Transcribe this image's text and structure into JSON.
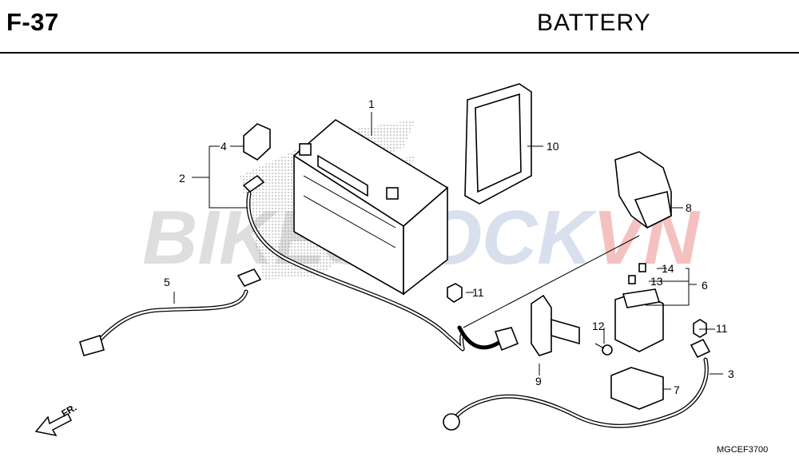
{
  "header": {
    "code": "F-37",
    "title": "BATTERY"
  },
  "watermark": {
    "text_gray": "BIKES",
    "text_blue": "TOCK",
    "text_red": "VN",
    "colors": {
      "gray": "#9a9a9a",
      "blue": "#8aa0c8",
      "red": "#e04040"
    }
  },
  "callouts": {
    "c1": "1",
    "c2": "2",
    "c3": "3",
    "c4": "4",
    "c5": "5",
    "c6": "6",
    "c7": "7",
    "c8": "8",
    "c9": "9",
    "c10": "10",
    "c11a": "11",
    "c11b": "11",
    "c12": "12",
    "c13": "13",
    "c14": "14"
  },
  "direction": {
    "label": "FR."
  },
  "diagram_code": "MGCEF3700"
}
